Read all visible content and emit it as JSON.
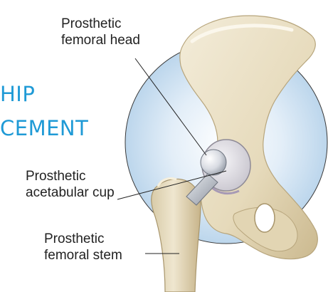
{
  "diagram": {
    "title": {
      "line1": "HIP",
      "line2": "CEMENT"
    },
    "labels": {
      "femoral_head": {
        "line1": "Prosthetic",
        "line2": "femoral head"
      },
      "acetabular_cup": {
        "line1": "Prosthetic",
        "line2": "acetabular cup"
      },
      "femoral_stem": {
        "line1": "Prosthetic",
        "line2": "femoral stem"
      }
    },
    "colors": {
      "title": "#1f9ad6",
      "bone": "#e9dfc4",
      "bone_shadow": "#c9b995",
      "halo": "#cfe3f3",
      "metal": "#c9ced6",
      "cup": "#e4e2e6"
    }
  }
}
